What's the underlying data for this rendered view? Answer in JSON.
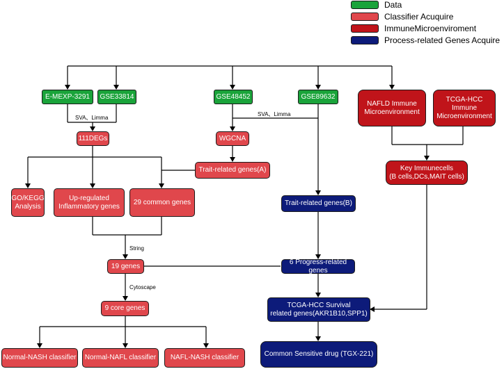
{
  "legend": [
    {
      "label": "Data",
      "color": "#1aa33a"
    },
    {
      "label": "Classifier Acuquire",
      "color": "#e0474c"
    },
    {
      "label": "ImmuneMicroenviroment",
      "color": "#c0141a"
    },
    {
      "label": "Process-related Genes Acquire",
      "color": "#0d1b7a"
    }
  ],
  "nodes": {
    "emexp": "E-MEXP-3291",
    "gse33814": "GSE33814",
    "gse48452": "GSE48452",
    "gse89632": "GSE89632",
    "nafld": "NAFLD Immune\nMicroenvironment",
    "tcga_imm": "TCGA-HCC Immune\nMicroenvironment",
    "degs": "111DEGs",
    "wgcna": "WGCNA",
    "trait_a": "Trait-related genes(A)",
    "key_immune": "Key Immunecells\n(B cells,DCs,MAIT cells)",
    "gokegg": "GO/KEGG\nAnalysis",
    "upreg": "Up-regulated\nInflammatory genes",
    "common29": "29 common genes",
    "trait_b": "Trait-related genes(B)",
    "genes19": "19 genes",
    "progress6": "6 Progress-related genes",
    "core9": "9 core genes",
    "tcga_surv": "TCGA-HCC Survival\nrelated genes(AKR1B10,SPP1)",
    "drug": "Common Sensitive drug (TGX-221)",
    "nash": "Normal-NASH classifier",
    "nafl": "Normal-NAFL classifier",
    "naflnash": "NAFL-NASH classifier"
  },
  "labels": {
    "sva_left": "SVA、Limma",
    "sva_right": "SVA、Limma",
    "string": "String",
    "cytoscape": "Cytoscape"
  }
}
